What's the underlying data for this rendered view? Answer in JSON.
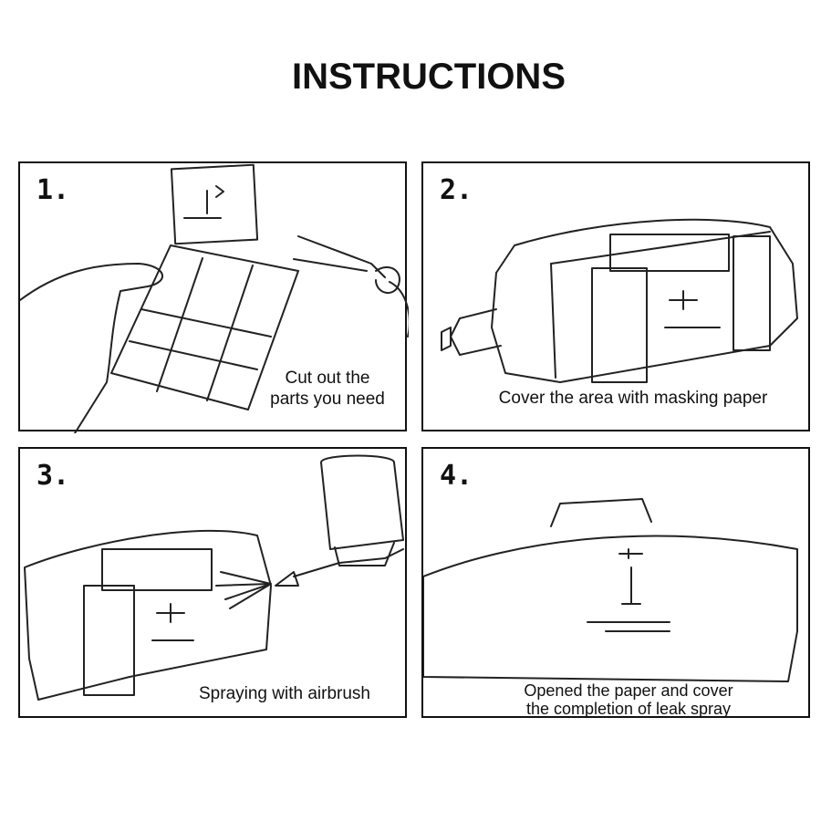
{
  "title": "INSTRUCTIONS",
  "steps": [
    {
      "number": "1.",
      "caption_lines": [
        "Cut out the",
        "parts you need"
      ]
    },
    {
      "number": "2.",
      "caption_lines": [
        "Cover the area with masking paper"
      ]
    },
    {
      "number": "3.",
      "caption_lines": [
        "Spraying with airbrush"
      ]
    },
    {
      "number": "4.",
      "caption_lines": [
        "Opened the paper and cover",
        "the completion of leak spray"
      ]
    }
  ]
}
